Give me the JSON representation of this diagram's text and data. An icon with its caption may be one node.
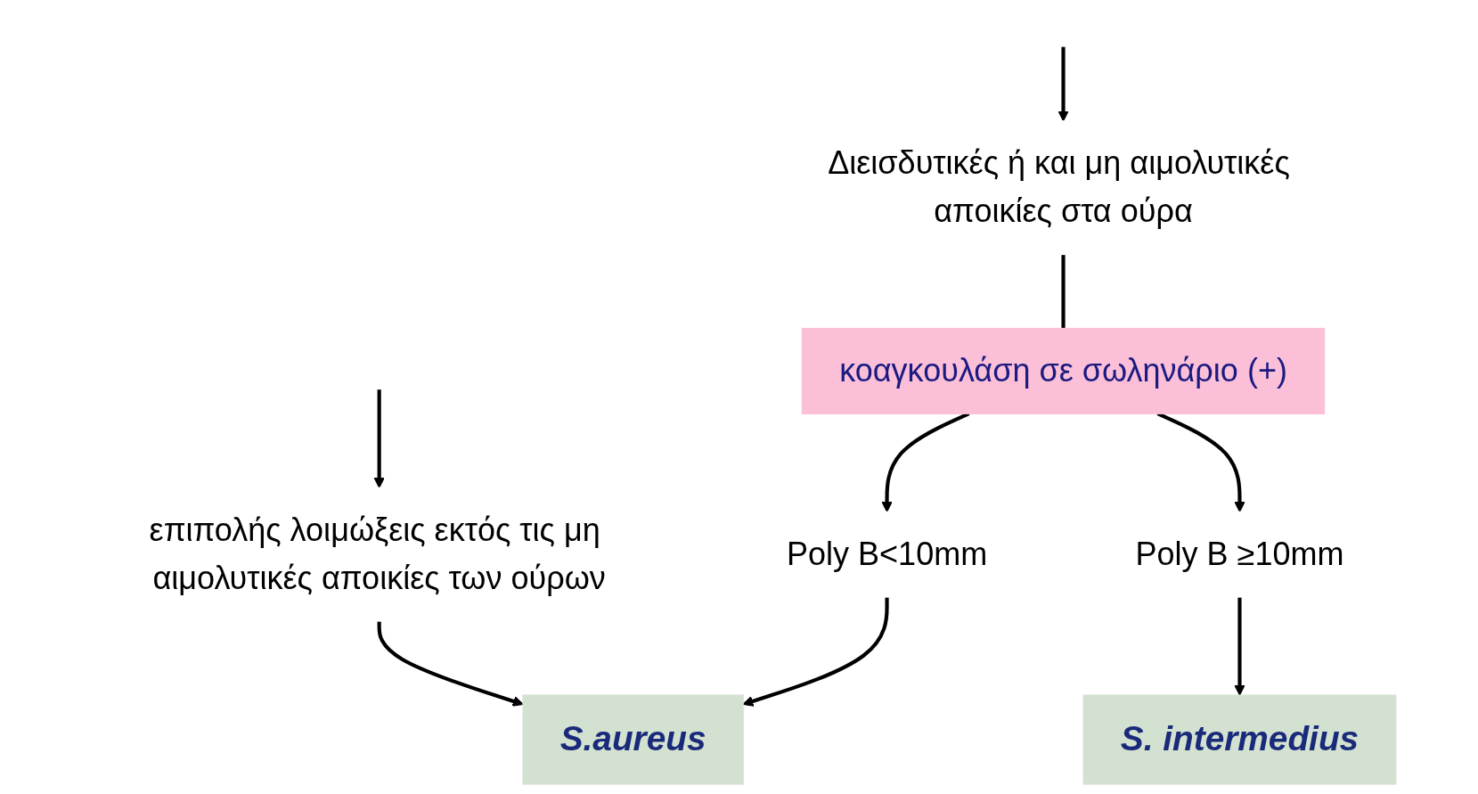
{
  "diagram": {
    "nodes": [
      {
        "text": [
          "επιπολής λοιμώξεις εκτός τις μη αιμολυτικές αποικίες των ούρων"
        ]
      },
      {
        "text": [
          "Διεισδυτικές ή και μη αιμολυτικές αποικίες στα ούρα"
        ]
      },
      {
        "text": [
          "κοαγκουλάση σε σωληνάριο (+)"
        ]
      },
      {
        "text": [
          "Poly B<10mm"
        ]
      },
      {
        "text": [
          "Poly B ≥10mm"
        ]
      },
      {
        "text": [
          "S.aureus"
        ]
      },
      {
        "text": [
          "S. intermedius"
        ]
      }
    ],
    "edges": [
      {
        "from": null,
        "to": 0,
        "arrow": "to"
      },
      {
        "from": null,
        "to": 1,
        "arrow": "to"
      },
      {
        "from": 1,
        "to": 2,
        "arrow": "none"
      },
      {
        "from": 2,
        "to": 3,
        "arrow": "to"
      },
      {
        "from": 2,
        "to": 4,
        "arrow": "to"
      },
      {
        "from": 0,
        "to": 5,
        "arrow": "to"
      },
      {
        "from": 3,
        "to": 5,
        "arrow": "to"
      },
      {
        "from": 4,
        "to": 6,
        "arrow": "to"
      }
    ]
  }
}
